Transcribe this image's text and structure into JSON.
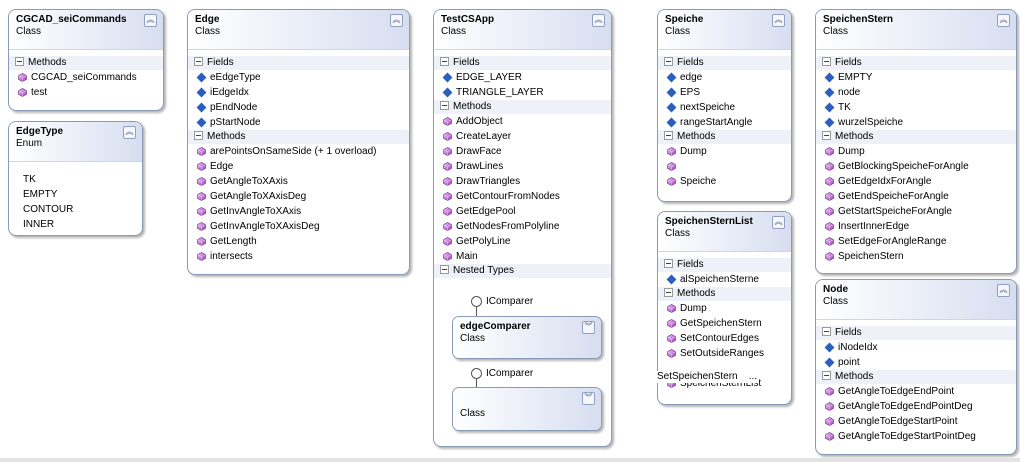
{
  "boxes": {
    "cgcad": {
      "name": "CGCAD_seiCommands",
      "kind": "Class",
      "sections": [
        {
          "title": "Methods",
          "items": [
            "CGCAD_seiCommands",
            "test"
          ]
        }
      ]
    },
    "edgetype": {
      "name": "EdgeType",
      "kind": "Enum",
      "items": [
        "TK",
        "EMPTY",
        "CONTOUR",
        "INNER"
      ]
    },
    "edge": {
      "name": "Edge",
      "kind": "Class",
      "fields": [
        "eEdgeType",
        "iEdgeIdx",
        "pEndNode",
        "pStartNode"
      ],
      "methods": [
        "arePointsOnSameSide (+ 1 overload)",
        "Edge",
        "GetAngleToXAxis",
        "GetAngleToXAxisDeg",
        "GetInvAngleToXAxis",
        "GetInvAngleToXAxisDeg",
        "GetLength",
        "intersects"
      ]
    },
    "testcsapp": {
      "name": "TestCSApp",
      "kind": "Class",
      "fields": [
        "EDGE_LAYER",
        "TRIANGLE_LAYER"
      ],
      "methods": [
        "AddObject",
        "CreateLayer",
        "DrawFace",
        "DrawLines",
        "DrawTriangles",
        "GetContourFromNodes",
        "GetEdgePool",
        "GetNodesFromPolyline",
        "GetPolyLine",
        "Main"
      ],
      "nested_label": "Nested Types",
      "interface1": "IComparer",
      "nested1": {
        "name": "edgeComparer",
        "kind": "Class"
      },
      "interface2": "IComparer",
      "nested2": {
        "name": "",
        "kind": "Class"
      }
    },
    "speiche": {
      "name": "Speiche",
      "kind": "Class",
      "fields": [
        "edge",
        "EPS",
        "nextSpeiche",
        "rangeStartAngle"
      ],
      "methods": [
        "Dump",
        "",
        "Speiche"
      ]
    },
    "speichensternlist": {
      "name": "SpeichenSternList",
      "kind": "Class",
      "fields": [
        "alSpeichenSterne"
      ],
      "methods": [
        "Dump",
        "GetSpeichenStern",
        "SetContourEdges",
        "SetOutsideRanges",
        "SetSpeichenStern",
        "SpeichenSternList"
      ],
      "overflow_text": "SetSpeichenStern    ..."
    },
    "speichenstern": {
      "name": "SpeichenStern",
      "kind": "Class",
      "fields": [
        "EMPTY",
        "node",
        "TK",
        "wurzelSpeiche"
      ],
      "methods": [
        "Dump",
        "GetBlockingSpeicheForAngle",
        "GetEdgeIdxForAngle",
        "GetEndSpeicheForAngle",
        "GetStartSpeicheForAngle",
        "InsertInnerEdge",
        "SetEdgeForAngleRange",
        "SpeichenStern"
      ]
    },
    "node": {
      "name": "Node",
      "kind": "Class",
      "fields": [
        "iNodeIdx",
        "point"
      ],
      "methods": [
        "GetAngleToEdgeEndPoint",
        "GetAngleToEdgeEndPointDeg",
        "GetAngleToEdgeStartPoint",
        "GetAngleToEdgeStartPointDeg"
      ]
    }
  },
  "labels": {
    "fields": "Fields",
    "methods": "Methods"
  },
  "icons": {
    "collapse": "double-chevron-up-icon",
    "expand": "double-chevron-down-icon"
  },
  "colors": {
    "field_icon": "#2b5fbf",
    "method_icon": "#b05ac6",
    "border": "#8a9bb8"
  }
}
